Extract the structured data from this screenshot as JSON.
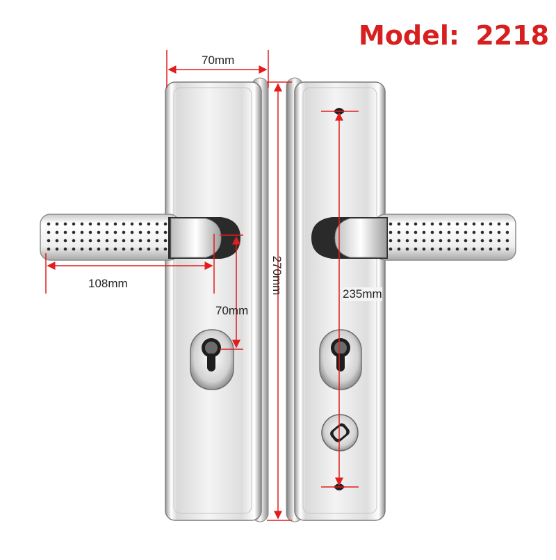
{
  "title": {
    "prefix": "Model:",
    "model": "2218",
    "color": "#d71f1f"
  },
  "dimensions": {
    "plate_width": "70mm",
    "handle_length": "108mm",
    "spindle_to_cylinder": "70mm",
    "plate_height": "270mm",
    "screw_spacing": "235mm"
  },
  "colors": {
    "dimension_line": "#e11d1d",
    "text": "#222222",
    "background": "#ffffff"
  }
}
